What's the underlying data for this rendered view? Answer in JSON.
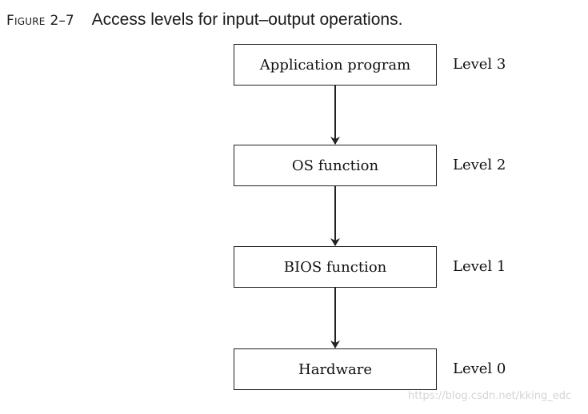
{
  "caption": {
    "figure_label": "Figure",
    "figure_number": "2–7",
    "title": "Access levels for input–output operations."
  },
  "diagram": {
    "boxes": [
      {
        "label": "Application program",
        "level": "Level 3"
      },
      {
        "label": "OS function",
        "level": "Level 2"
      },
      {
        "label": "BIOS function",
        "level": "Level 1"
      },
      {
        "label": "Hardware",
        "level": "Level 0"
      }
    ],
    "arrow_color": "#222222"
  },
  "watermark": "https://blog.csdn.net/kking_edc"
}
